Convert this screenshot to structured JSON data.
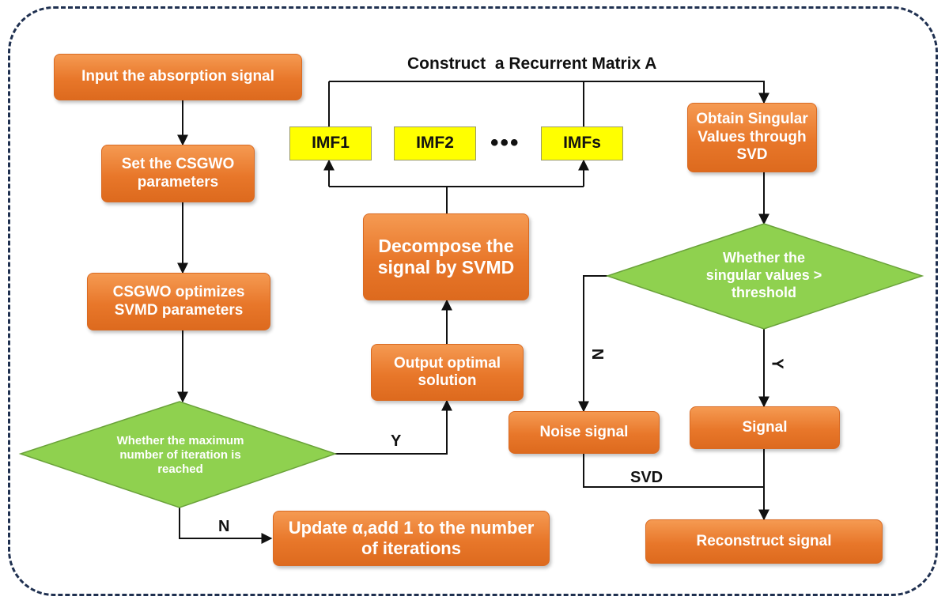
{
  "nodes": {
    "input_signal": "Input the absorption signal",
    "set_params": "Set the CSGWO parameters",
    "csgwo_optimizes": "CSGWO optimizes SVMD parameters",
    "max_iteration_check": "Whether the maximum number of iteration is reached",
    "update_alpha": "Update α,add 1 to the number of iterations",
    "output_optimal": "Output optimal solution",
    "decompose_svmd": "Decompose the signal by SVMD",
    "imf1": "IMF1",
    "imf2": "IMF2",
    "ellipsis": "•••",
    "imfs": "IMFs",
    "recurrent_matrix": "Construct  a Recurrent Matrix A",
    "obtain_singular": "Obtain Singular Values through SVD",
    "singular_threshold_check": "Whether the singular values > threshold",
    "noise_signal": "Noise signal",
    "signal": "Signal",
    "reconstruct": "Reconstruct signal"
  },
  "edge_labels": {
    "yes_iteration": "Y",
    "no_iteration": "N",
    "no_threshold": "N",
    "yes_threshold": "Y",
    "svd": "SVD"
  },
  "colors": {
    "process_box": "#e8772a",
    "decision": "#8fd14f",
    "imf_box": "#ffff00",
    "frame_border": "#1f3050"
  }
}
